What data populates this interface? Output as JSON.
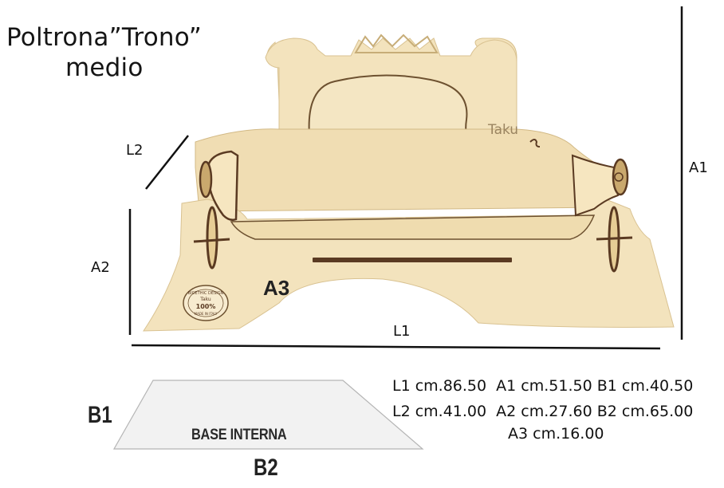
{
  "title": {
    "line1": "Poltrona”Trono”",
    "line2": "medio"
  },
  "dimension_labels": {
    "l1": "L1",
    "l2": "L2",
    "a1": "A1",
    "a2": "A2",
    "a3": "A3",
    "b1": "B1",
    "b2": "B2"
  },
  "base_panel_label": "BASE INTERNA",
  "logo_text": "Taku",
  "stamp": {
    "line1": "BIOETHIC DESIGN",
    "line2": "Taku",
    "line3": "100%",
    "line4": "MADE IN ITALY"
  },
  "specs": {
    "row1": "L1 cm.86.50  A1 cm.51.50 B1 cm.40.50",
    "row2": "L2 cm.41.00  A2 cm.27.60 B2 cm.65.00",
    "row3": "A3 cm.16.00"
  },
  "colors": {
    "wood": "#f3e3bd",
    "wood_shadow": "#e3cc9a",
    "edge": "#5a3a22",
    "line": "#111111",
    "base_panel": "#f2f2f2"
  }
}
